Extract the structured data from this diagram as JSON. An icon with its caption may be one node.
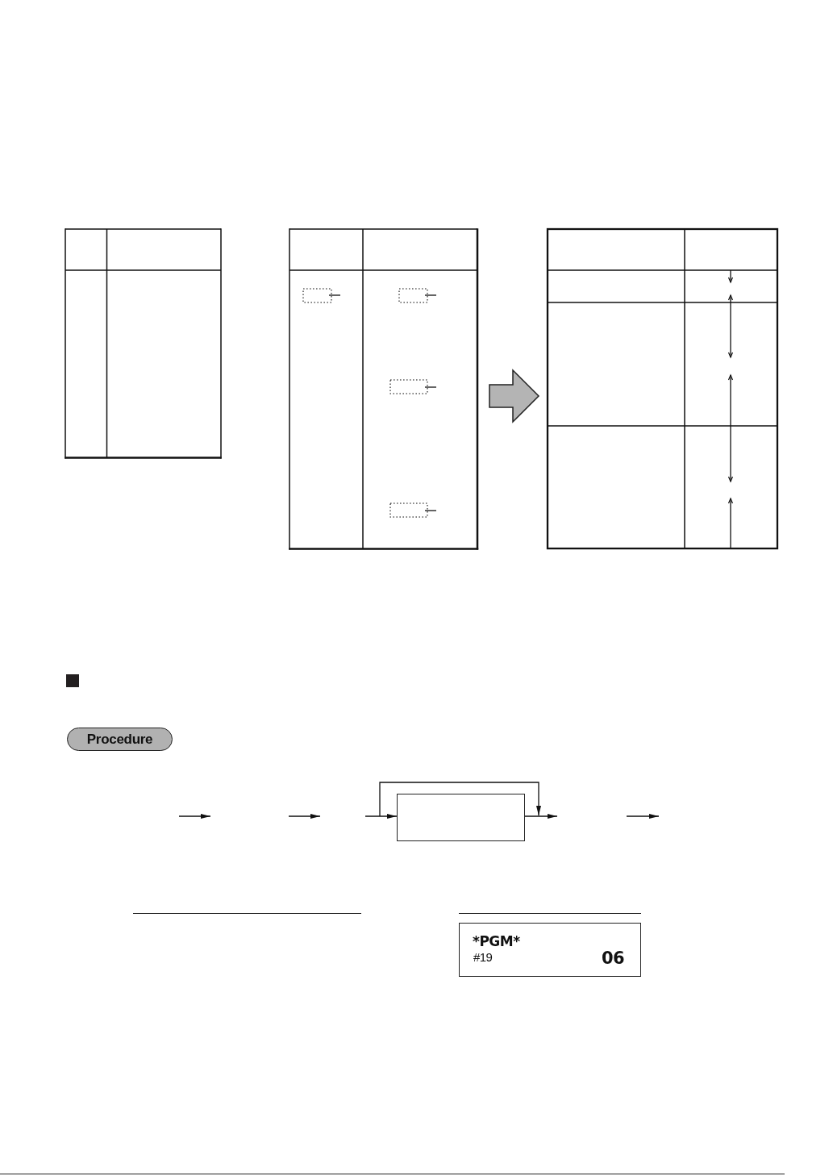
{
  "diagram": {
    "nodes": [
      {
        "text": [
          "Procedure"
        ]
      },
      {
        "text": [],
        "shape": "box"
      },
      {
        "text": [
          "*PGM*",
          "#19",
          "06"
        ]
      }
    ],
    "edges": [
      {
        "from": null,
        "to": 1,
        "arrow": "to"
      },
      {
        "from": 1,
        "to": null,
        "arrow": "to"
      }
    ]
  }
}
